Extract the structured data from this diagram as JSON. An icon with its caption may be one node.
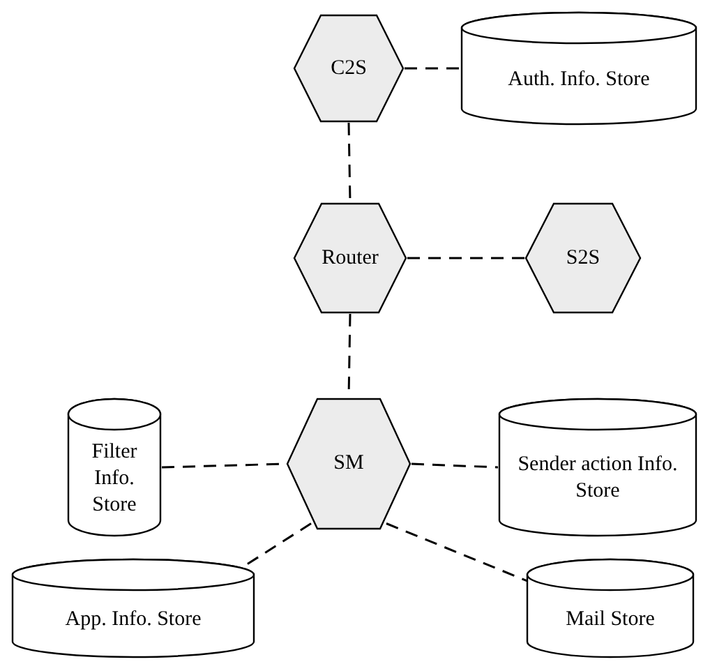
{
  "diagram": {
    "nodes": [
      {
        "text": [
          "C2S"
        ]
      },
      {
        "text": [
          "Auth. Info. Store"
        ]
      },
      {
        "text": [
          "Router"
        ]
      },
      {
        "text": [
          "S2S"
        ]
      },
      {
        "text": [
          "Filter Info. Store"
        ]
      },
      {
        "text": [
          "SM"
        ]
      },
      {
        "text": [
          "Sender action Info. Store"
        ]
      },
      {
        "text": [
          "App. Info. Store"
        ]
      },
      {
        "text": [
          "Mail Store"
        ]
      }
    ],
    "edges": [
      {
        "from": 0,
        "to": 1,
        "arrow": "none",
        "style": "dashed"
      },
      {
        "from": 0,
        "to": 2,
        "arrow": "none",
        "style": "dashed"
      },
      {
        "from": 2,
        "to": 3,
        "arrow": "none",
        "style": "dashed"
      },
      {
        "from": 2,
        "to": 5,
        "arrow": "none",
        "style": "dashed"
      },
      {
        "from": 4,
        "to": 5,
        "arrow": "none",
        "style": "dashed"
      },
      {
        "from": 5,
        "to": 6,
        "arrow": "none",
        "style": "dashed"
      },
      {
        "from": 5,
        "to": 7,
        "arrow": "none",
        "style": "dashed"
      },
      {
        "from": 5,
        "to": 8,
        "arrow": "none",
        "style": "dashed"
      }
    ]
  }
}
